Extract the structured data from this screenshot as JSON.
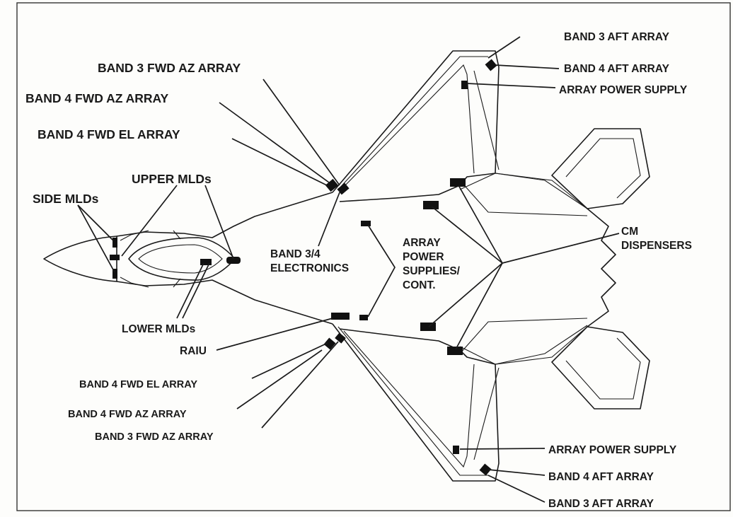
{
  "labels": {
    "band3_aft_array_top": "BAND 3 AFT ARRAY",
    "band4_aft_array_top": "BAND 4 AFT ARRAY",
    "array_power_supply_top": "ARRAY POWER SUPPLY",
    "band3_fwd_az_array_top": "BAND 3 FWD AZ ARRAY",
    "band4_fwd_az_array_top": "BAND 4 FWD AZ ARRAY",
    "band4_fwd_el_array_top": "BAND 4 FWD EL ARRAY",
    "upper_mlds": "UPPER MLDs",
    "side_mlds": "SIDE MLDs",
    "band34_electronics_line1": "BAND 3/4",
    "band34_electronics_line2": "ELECTRONICS",
    "array_power_supplies_line1": "ARRAY",
    "array_power_supplies_line2": "POWER",
    "array_power_supplies_line3": "SUPPLIES/",
    "array_power_supplies_line4": "CONT.",
    "cm_dispensers_line1": "CM",
    "cm_dispensers_line2": "DISPENSERS",
    "lower_mlds": "LOWER MLDs",
    "raiu": "RAIU",
    "band4_fwd_el_array_bottom": "BAND 4 FWD EL ARRAY",
    "band4_fwd_az_array_bottom": "BAND 4 FWD AZ ARRAY",
    "band3_fwd_az_array_bottom": "BAND 3 FWD AZ ARRAY",
    "array_power_supply_bottom": "ARRAY POWER SUPPLY",
    "band4_aft_array_bottom": "BAND 4 AFT ARRAY",
    "band3_aft_array_bottom": "BAND 3 AFT ARRAY"
  }
}
